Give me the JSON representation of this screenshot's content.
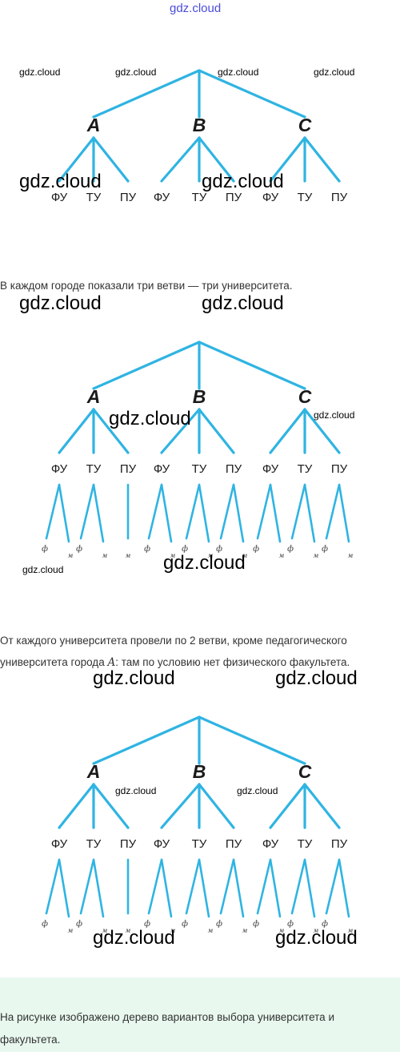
{
  "watermarks": {
    "top": "gdz.cloud",
    "text": "gdz.cloud"
  },
  "cities": [
    "A",
    "B",
    "C"
  ],
  "universities": [
    "ФУ",
    "ТУ",
    "ПУ"
  ],
  "faculties": [
    "ф",
    "м"
  ],
  "captions": {
    "c1": "В каждом городе показали три ветви — три университета.",
    "c2_line1": "От каждого университета провели по 2 ветви, кроме педагогического",
    "c2_line2_before": "университета города ",
    "c2_line2_math": "A",
    "c2_line2_after": ": там по условию нет физического факультета.",
    "c3_line1": "На рисунке изображено дерево вариантов выбора университета и",
    "c3_line2": "факультета."
  },
  "colors": {
    "branch": "#2fb4e2",
    "bottom_box": "#e8f8ef"
  }
}
